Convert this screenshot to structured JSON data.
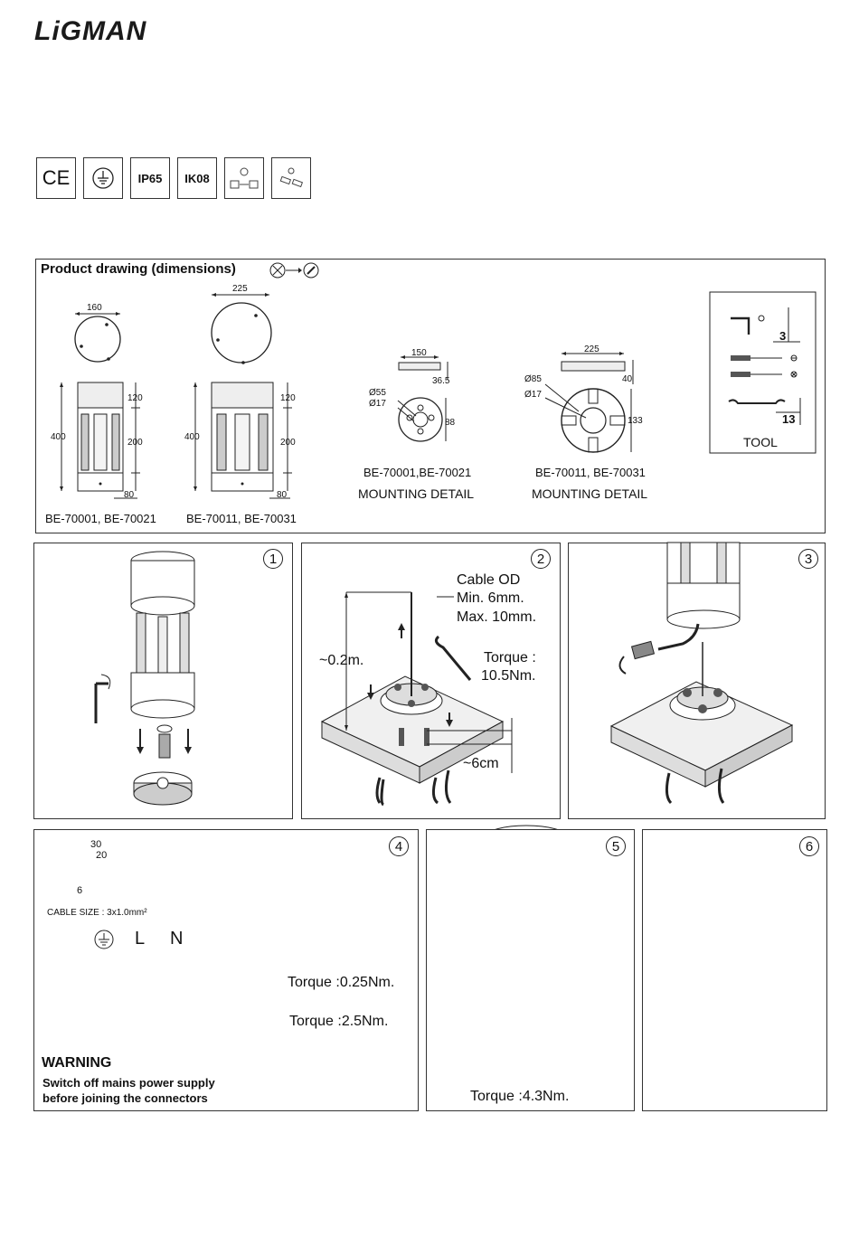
{
  "brand": "LiGMAN",
  "certs": [
    "CE",
    "",
    "IP65",
    "IK08",
    "",
    ""
  ],
  "icons": {
    "cert1": "ce-mark-icon",
    "cert2": "earth-ground-icon",
    "cert5": "voltage-rating-icon",
    "cert6": "adapter-icon",
    "tools": "screwdriver-icon",
    "steps": [
      "step-1-icon",
      "step-2-icon",
      "step-3-icon",
      "step-4-icon",
      "step-5-icon",
      "step-6-icon"
    ]
  },
  "product": {
    "title": "Product drawing (dimensions)",
    "left": {
      "d_top": "160",
      "h": "400",
      "s1": "120",
      "s2": "200",
      "base": "80",
      "model": "BE-70001, BE-70021"
    },
    "right": {
      "d_top": "225",
      "h": "400",
      "s1": "120",
      "s2": "200",
      "base": "80",
      "model": "BE-70011, BE-70031"
    },
    "mount1": {
      "w": "150",
      "d": "36.5",
      "o55": "Ø55",
      "o17": "Ø17",
      "h": "88",
      "model": "BE-70001,BE-70021",
      "label": "MOUNTING DETAIL"
    },
    "mount2": {
      "w": "225",
      "d": "40",
      "o85": "Ø85",
      "o17": "Ø17",
      "h": "133",
      "model": "BE-70011, BE-70031",
      "label": "MOUNTING DETAIL"
    },
    "tool": {
      "hex": "3",
      "wrench": "13",
      "label": "TOOL"
    }
  },
  "steps": {
    "s1": "1",
    "s2": {
      "n": "2",
      "cable": "Cable OD",
      "min": "Min. 6mm.",
      "max": "Max. 10mm.",
      "depth": "~0.2m.",
      "torque": "Torque :",
      "torque_val": "10.5Nm.",
      "gap": "~6cm"
    },
    "s3": "3",
    "s4": {
      "n": "4",
      "w30": "30",
      "w20": "20",
      "w6": "6",
      "cable": "CABLE SIZE : 3x1.0mm²",
      "earth": "",
      "l": "L",
      "n_lbl": "N",
      "t1": "Torque :0.25Nm.",
      "t2": "Torque :2.5Nm.",
      "warn": "WARNING",
      "warn1": "Switch off mains power supply",
      "warn2": "before joining the connectors"
    },
    "s5": {
      "n": "5",
      "torque": "Torque :4.3Nm."
    },
    "s6": "6"
  },
  "colors": {
    "line": "#222222",
    "fill": "#dddddd",
    "dark": "#555555"
  }
}
